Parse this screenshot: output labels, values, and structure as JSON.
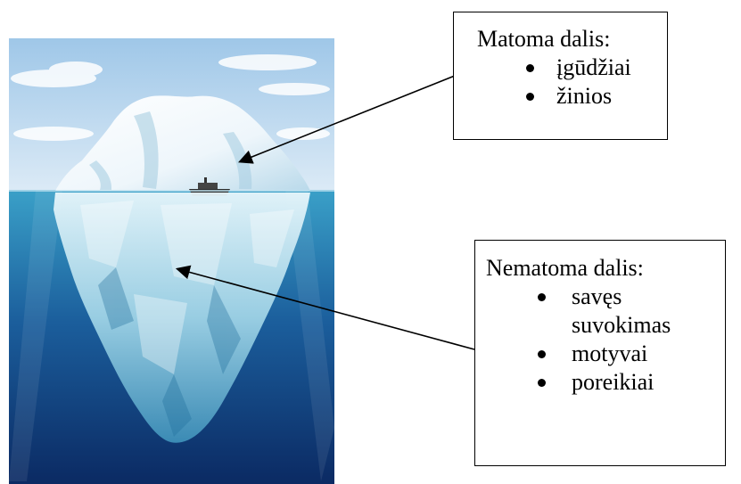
{
  "illustration": {
    "subject": "iceberg",
    "colors": {
      "sky_top": "#9fc7e8",
      "sky_bottom": "#dbeaf6",
      "sea_top": "#3aa0c8",
      "sea_bottom": "#0b2a63",
      "ice_light": "#f4fafd",
      "ice_shadow": "#8fc4dc",
      "arrow": "#000000"
    }
  },
  "callouts": {
    "visible": {
      "title": "Matoma dalis:",
      "items": [
        "įgūdžiai",
        "žinios"
      ]
    },
    "hidden": {
      "title": "Nematoma dalis:",
      "items": [
        "savęs suvokimas",
        "motyvai",
        "poreikiai"
      ]
    }
  }
}
